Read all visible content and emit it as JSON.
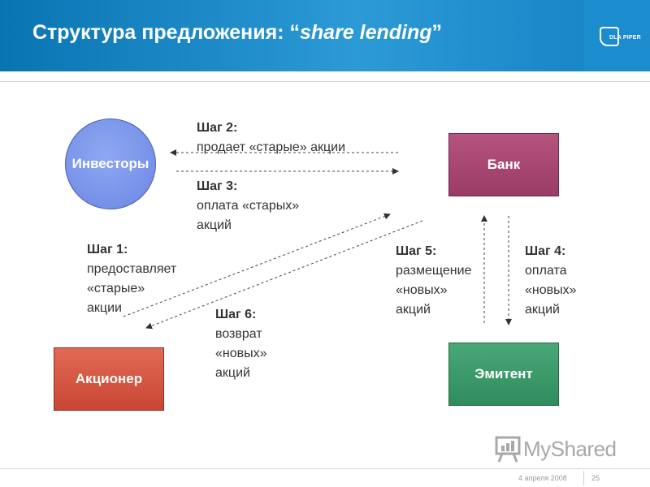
{
  "header": {
    "title_prefix": "Структура предложения: “",
    "title_italic": "share lending",
    "title_suffix": "”",
    "logo_text": "DLA PIPER"
  },
  "nodes": {
    "investors": "Инвесторы",
    "bank": "Банк",
    "shareholder": "Акционер",
    "issuer": "Эмитент"
  },
  "steps": [
    {
      "heading": "Шаг 1:",
      "lines": [
        "предоставляет",
        "«старые»",
        "акции"
      ]
    },
    {
      "heading": "Шаг 2:",
      "lines": [
        "продает «старые» акции"
      ]
    },
    {
      "heading": "Шаг 3:",
      "lines": [
        "оплата «старых»",
        "акций"
      ]
    },
    {
      "heading": "Шаг 4:",
      "lines": [
        "оплата",
        "«новых»",
        "акций"
      ]
    },
    {
      "heading": "Шаг 5:",
      "lines": [
        "размещение",
        "«новых»",
        "акций"
      ]
    },
    {
      "heading": "Шаг 6:",
      "lines": [
        "возврат",
        "«новых»",
        "акций"
      ]
    }
  ],
  "footer": {
    "date": "4 апреля 2008",
    "page": "25"
  },
  "watermark": {
    "text": "MyShared",
    "icon": "presentation-board-icon"
  },
  "colors": {
    "header": "#1a86c8",
    "investors": "#7b95ea",
    "bank": "#a84874",
    "shareholder": "#d55844",
    "issuer": "#3c9a6a"
  }
}
